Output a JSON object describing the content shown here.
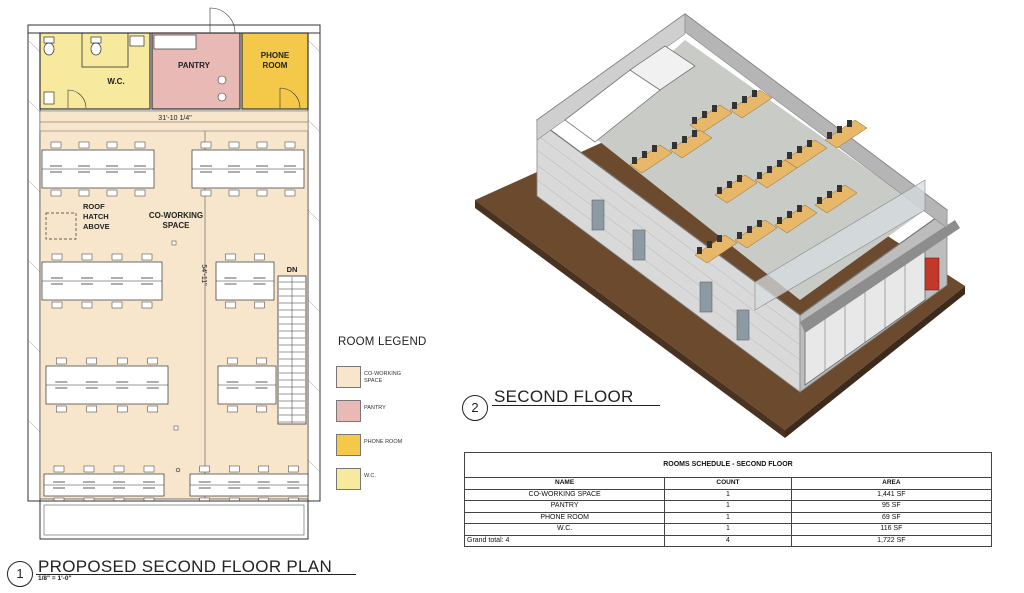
{
  "plan": {
    "rooms": {
      "wc": "W.C.",
      "pantry": "PANTRY",
      "phone_room": "PHONE\nROOM",
      "coworking": "CO-WORKING\nSPACE",
      "roof_hatch": "ROOF\nHATCH\nABOVE"
    },
    "dimensions": {
      "width": "31'-10 1/4\"",
      "length": "54'-11\""
    },
    "stair_label": "DN",
    "view_number": "1",
    "view_title": "PROPOSED SECOND FLOOR PLAN",
    "scale": "1/8\" = 1'-0\""
  },
  "legend": {
    "title": "ROOM LEGEND",
    "items": [
      {
        "label": "CO-WORKING SPACE",
        "color": "#f8e6cc"
      },
      {
        "label": "PANTRY",
        "color": "#e8b9b5"
      },
      {
        "label": "PHONE ROOM",
        "color": "#f4c94a"
      },
      {
        "label": "W.C.",
        "color": "#f7ea9e"
      }
    ]
  },
  "iso": {
    "view_number": "2",
    "view_title": "SECOND FLOOR"
  },
  "schedule": {
    "title": "ROOMS SCHEDULE - SECOND FLOOR",
    "headers": [
      "NAME",
      "COUNT",
      "AREA"
    ],
    "rows": [
      [
        "CO-WORKING SPACE",
        "1",
        "1,441 SF"
      ],
      [
        "PANTRY",
        "1",
        "95 SF"
      ],
      [
        "PHONE ROOM",
        "1",
        "69 SF"
      ],
      [
        "W.C.",
        "1",
        "116 SF"
      ]
    ],
    "total_label": "Grand total: 4",
    "total_count": "4",
    "total_area": "1,722 SF"
  }
}
